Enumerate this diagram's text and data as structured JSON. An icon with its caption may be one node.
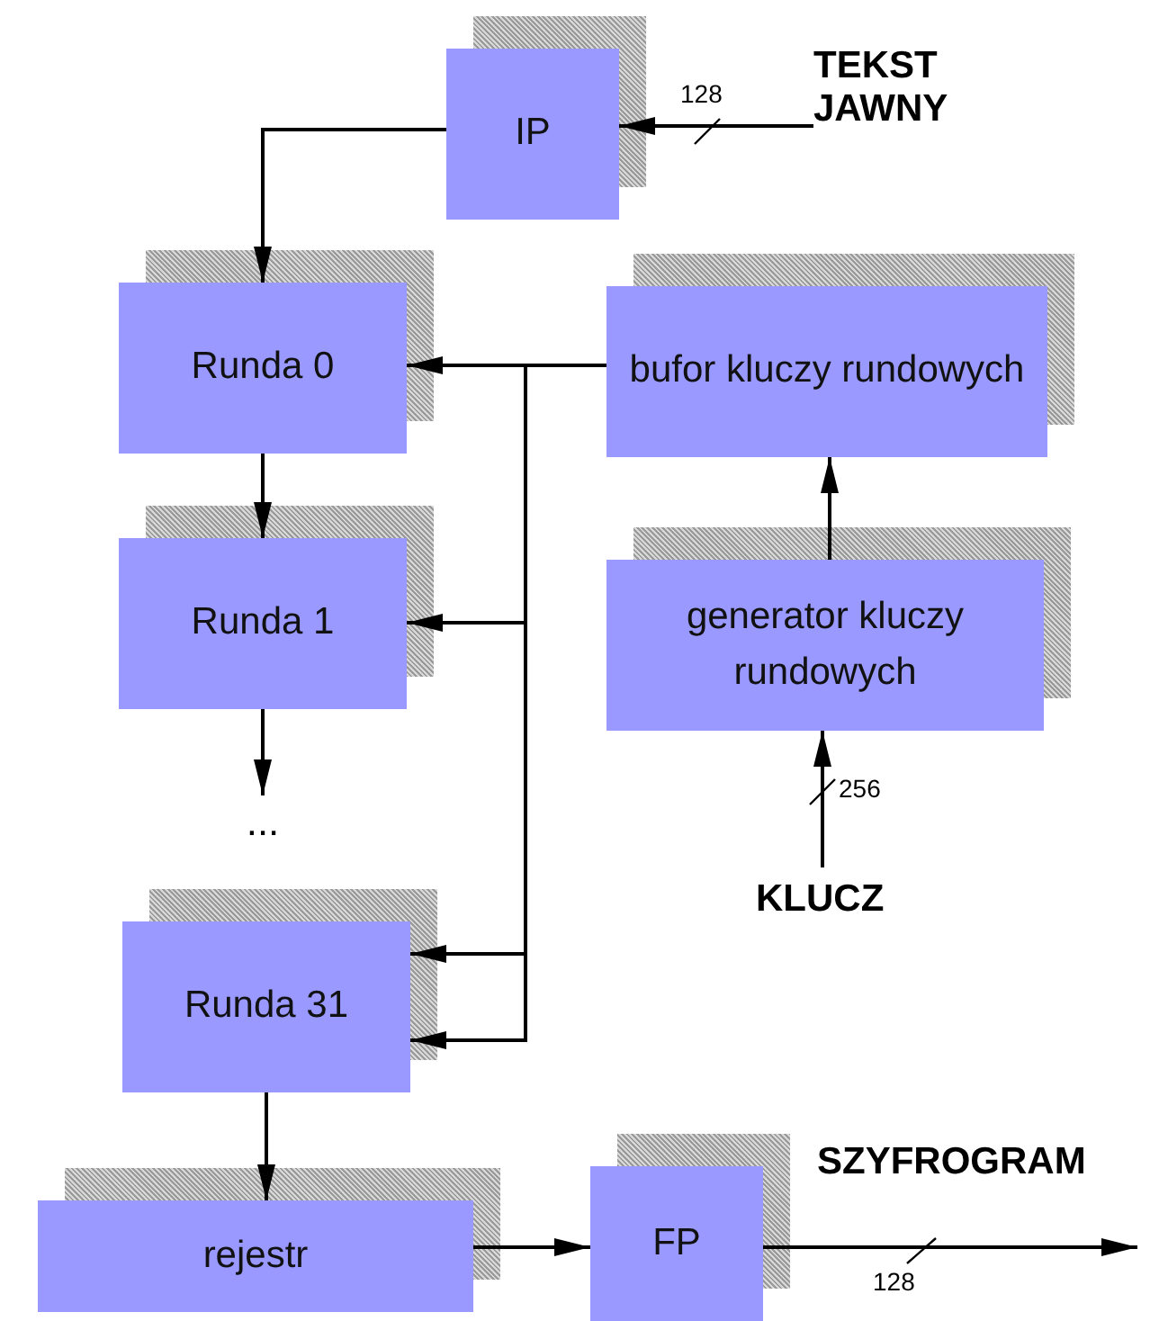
{
  "diagram": {
    "nodes": [
      {
        "text": [
          "TEKST JAWNY"
        ]
      },
      {
        "text": [
          "IP"
        ]
      },
      {
        "text": [
          "Runda 0"
        ]
      },
      {
        "text": [
          "bufor kluczy rundowych"
        ]
      },
      {
        "text": [
          "Runda 1"
        ]
      },
      {
        "text": [
          "generator kluczy rundowych"
        ]
      },
      {
        "text": [
          "..."
        ]
      },
      {
        "text": [
          "KLUCZ"
        ]
      },
      {
        "text": [
          "Runda 31"
        ]
      },
      {
        "text": [
          "rejestr"
        ]
      },
      {
        "text": [
          "FP"
        ]
      }
    ],
    "edges": [
      {
        "from": 0,
        "to": 1,
        "arrow": "to",
        "label": "128"
      },
      {
        "from": 1,
        "to": 2,
        "arrow": "to"
      },
      {
        "from": 3,
        "to": 2,
        "arrow": "to"
      },
      {
        "from": 3,
        "to": 4,
        "arrow": "to"
      },
      {
        "from": 3,
        "to": 8,
        "arrow": "to"
      },
      {
        "from": 3,
        "to": 8,
        "arrow": "to"
      },
      {
        "from": 2,
        "to": 4,
        "arrow": "to"
      },
      {
        "from": 4,
        "to": 6,
        "arrow": "to"
      },
      {
        "from": 5,
        "to": 3,
        "arrow": "to"
      },
      {
        "from": 7,
        "to": 5,
        "arrow": "to",
        "label": "256"
      },
      {
        "from": 8,
        "to": 9,
        "arrow": "to"
      },
      {
        "from": 9,
        "to": 10,
        "arrow": "to"
      },
      {
        "from": 10,
        "to": null,
        "arrow": "to",
        "label": "128"
      }
    ],
    "labels": [
      "SZYFROGRAM"
    ]
  }
}
